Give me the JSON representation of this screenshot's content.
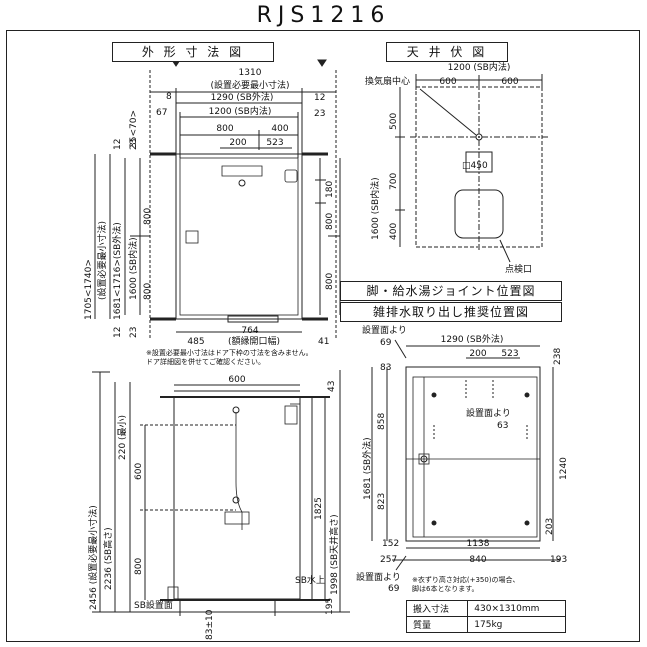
{
  "model": "RJS1216",
  "sections": {
    "outline": "外 形 寸 法 図",
    "ceiling": "天 井 伏 図",
    "joint": "脚・給水湯ジョイント位置図",
    "drain": "雑排水取り出し推奨位置図"
  },
  "plan": {
    "top_dims": [
      "1310",
      "(設置必要最小寸法)",
      "8",
      "1290 (SB外法)",
      "12",
      "67",
      "1200 (SB内法)",
      "23",
      "800",
      "400",
      "200",
      "523"
    ],
    "left_dims": [
      "1705<1740>",
      "(設置必要最小寸法)",
      "1681<1716>(SB外法)",
      "1600 (SB内法)",
      "800",
      "800",
      "12",
      "23",
      "12",
      "23",
      "35<70>"
    ],
    "right_dims": [
      "180",
      "800",
      "800"
    ],
    "bottom_dims": [
      "485",
      "764",
      "(額縁開口幅)",
      "41"
    ]
  },
  "ceiling": {
    "dims": [
      "1200 (SB内法)",
      "600",
      "600",
      "500",
      "700",
      "400",
      "1600 (SB内法)"
    ],
    "labels": [
      "換気扇中心",
      "□450",
      "点検口"
    ]
  },
  "elevation": {
    "dims": [
      "600",
      "43",
      "220 (最小)",
      "2456 (設置必要最小寸法)",
      "2236 (SB高さ)",
      "600",
      "800",
      "1998 (SB天井高さ)",
      "1825",
      "195",
      "83±10"
    ],
    "labels": [
      "SB水上",
      "SB設置面"
    ]
  },
  "joint": {
    "labels": [
      "設置面より",
      "69",
      "83",
      "設置面より",
      "63",
      "設置面より",
      "69"
    ],
    "dims": [
      "1290 (SB外法)",
      "238",
      "200",
      "523",
      "858",
      "1681 (SB外法)",
      "1240",
      "823",
      "203",
      "152",
      "1138",
      "257",
      "840",
      "193"
    ]
  },
  "notes": {
    "install": [
      "※設置必要最小寸法はドア下枠の寸法を含みません。",
      "ドア詳細図を併せてご確認ください。"
    ],
    "foot": [
      "※衣ずり高さ対応(+350)の場合、",
      "脚は6本となります。"
    ]
  },
  "specs": [
    {
      "label": "搬入寸法",
      "value": "430×1310mm"
    },
    {
      "label": "質量",
      "value": "175kg"
    }
  ]
}
